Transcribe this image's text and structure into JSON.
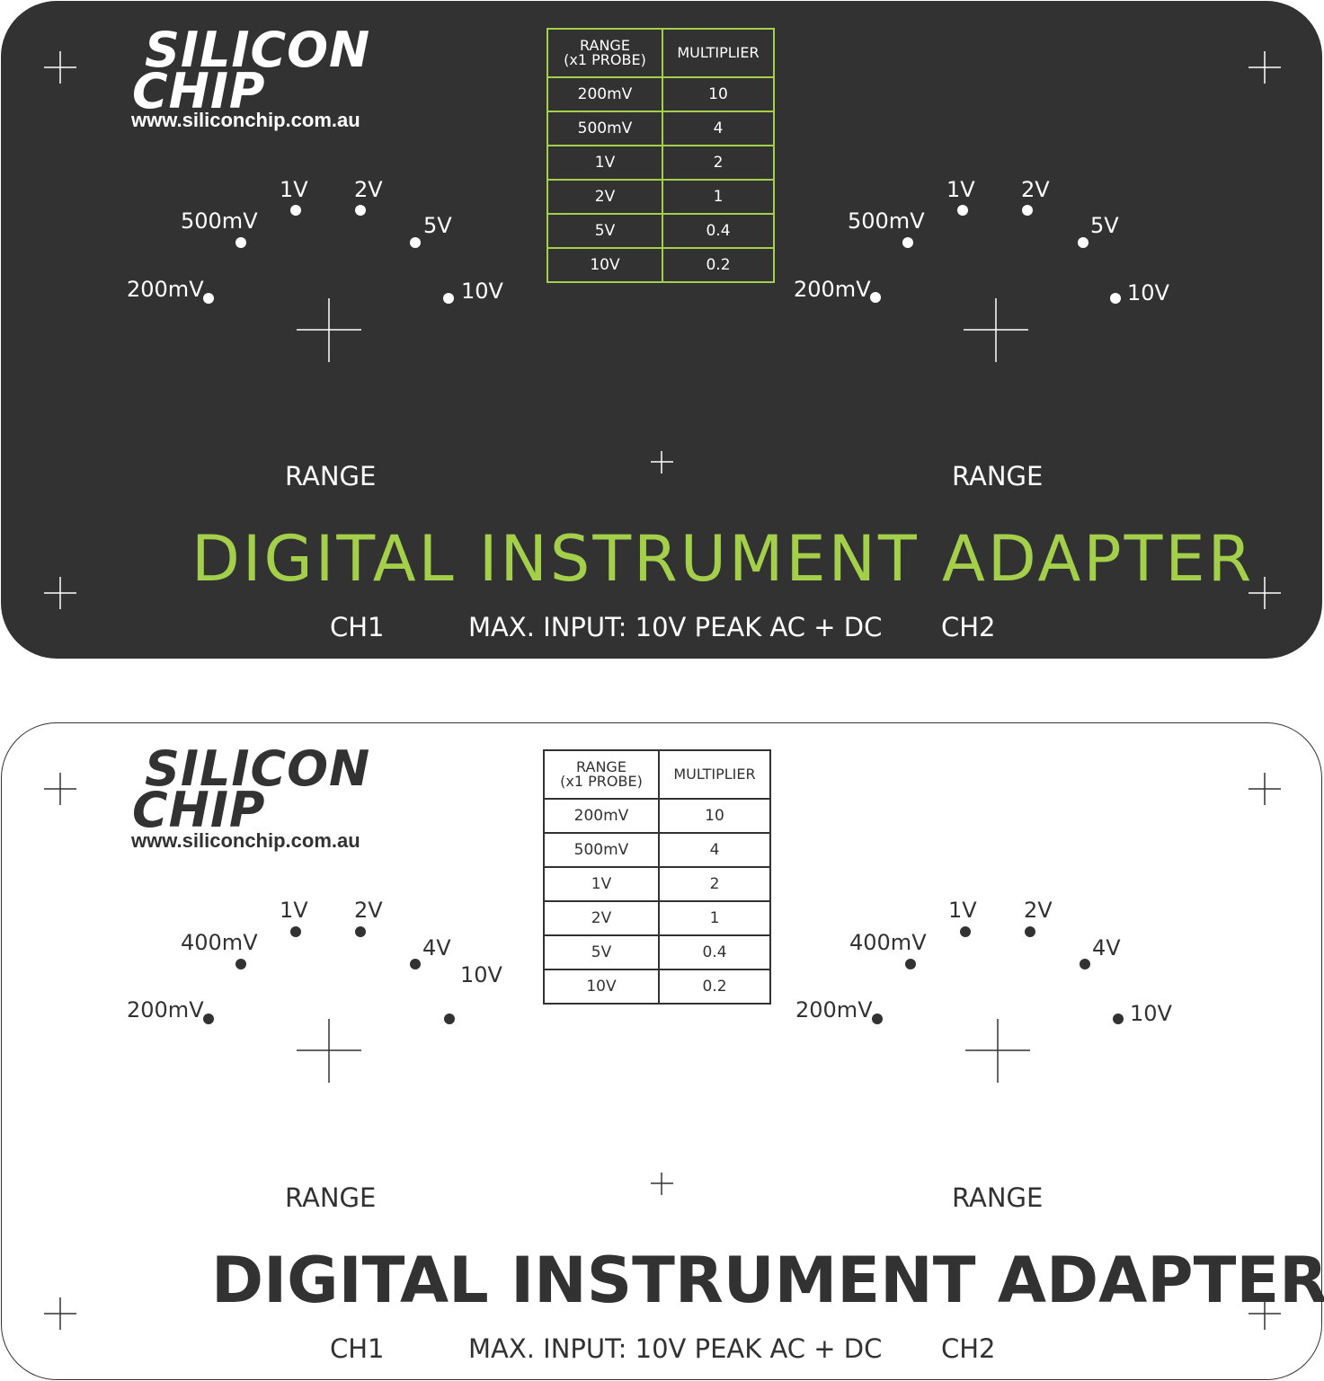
{
  "logo": {
    "line1": "SILICON",
    "line2": "CHIP",
    "url": "www.siliconchip.com.au"
  },
  "table": {
    "header_range": "RANGE",
    "header_range_sub": "(x1 PROBE)",
    "header_multiplier": "MULTIPLIER",
    "rows": [
      {
        "range": "200mV",
        "multiplier": "10"
      },
      {
        "range": "500mV",
        "multiplier": "4"
      },
      {
        "range": "1V",
        "multiplier": "2"
      },
      {
        "range": "2V",
        "multiplier": "1"
      },
      {
        "range": "5V",
        "multiplier": "0.4"
      },
      {
        "range": "10V",
        "multiplier": "0.2"
      }
    ]
  },
  "panel_top": {
    "dial_labels": [
      "200mV",
      "500mV",
      "1V",
      "2V",
      "5V",
      "10V"
    ]
  },
  "panel_bottom": {
    "dial_labels": [
      "200mV",
      "400mV",
      "1V",
      "2V",
      "4V",
      "10V"
    ]
  },
  "range_label": "RANGE",
  "title": "DIGITAL INSTRUMENT ADAPTER",
  "footer": {
    "ch1": "CH1",
    "max_input": "MAX. INPUT: 10V PEAK AC + DC",
    "ch2": "CH2"
  },
  "colors": {
    "panel_dark": "#333233",
    "accent_green": "#a4cf4a",
    "white": "#ffffff"
  }
}
